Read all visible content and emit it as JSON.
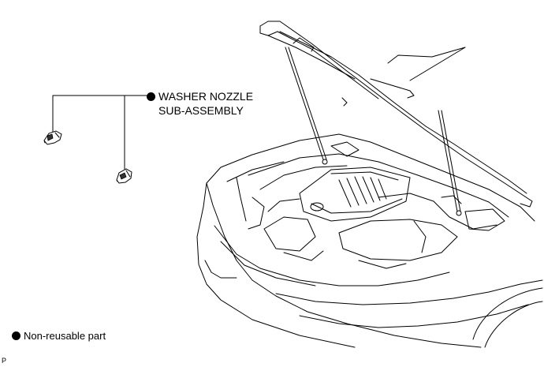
{
  "callout": {
    "marker": "non-reusable-dot",
    "line1": "WASHER NOZZLE",
    "line2": "SUB-ASSEMBLY"
  },
  "legend": {
    "marker": "non-reusable-dot",
    "text": "Non-reusable part"
  },
  "figure_code": "P",
  "colors": {
    "line": "#000000",
    "background": "#ffffff"
  }
}
